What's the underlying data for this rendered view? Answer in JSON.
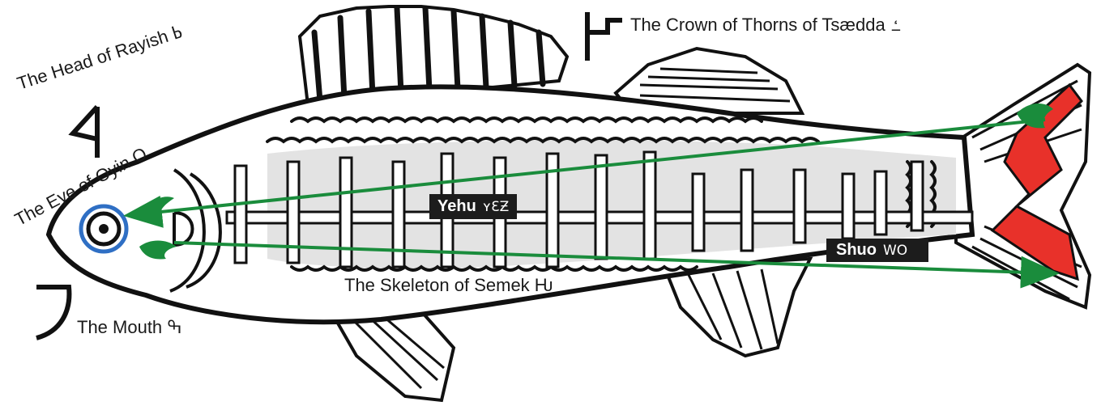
{
  "labels": {
    "head_rayish": "The Head of Rayish ߕ",
    "eye_oyin": "The Eye of Oyin O",
    "crown_tsaedda": "The Crown of Thorns of Tsædda ߑ",
    "skeleton_semek": "The Skeleton of Semek Ƕ",
    "mouth": "The Mouth ߒ"
  },
  "tags": {
    "yehu_name": "Yehu",
    "yehu_script": "ʏƐƵ",
    "shuo_name": "Shuo",
    "shuo_script": "WO"
  },
  "glyphs": {
    "rayish": "4",
    "mouth": "ߒ",
    "tsaedda": "ߑ"
  },
  "colors": {
    "outline": "#111111",
    "arrow": "#1a8c3c",
    "eye_ring": "#2f6fc4",
    "tail_zigzag": "#e8312a",
    "tag_bg": "#1c1c1c"
  }
}
